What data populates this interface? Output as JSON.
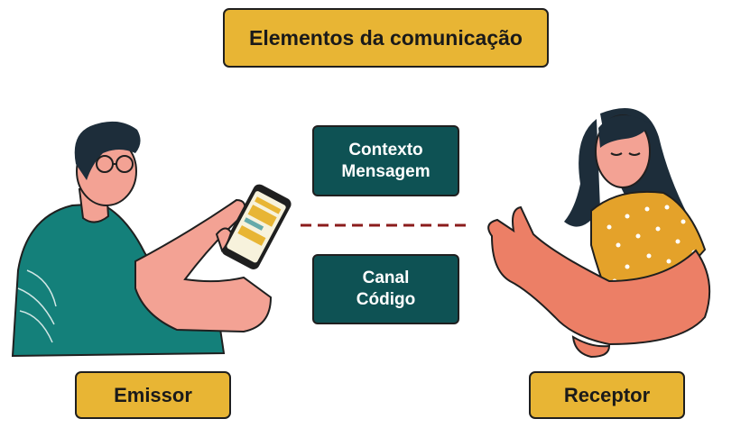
{
  "title": "Elementos da comunicação",
  "center": {
    "top_box": [
      "Contexto",
      "Mensagem"
    ],
    "bottom_box": [
      "Canal",
      "Código"
    ]
  },
  "sender_label": "Emissor",
  "receiver_label": "Receptor",
  "colors": {
    "label_fill": "#e8b534",
    "box_fill": "#0e5254",
    "dash_line": "#8b1c1c",
    "shirt_teal": "#14807a",
    "skin": "#f3a294",
    "hair": "#1d2d3a",
    "blouse": "#e4a22a"
  }
}
